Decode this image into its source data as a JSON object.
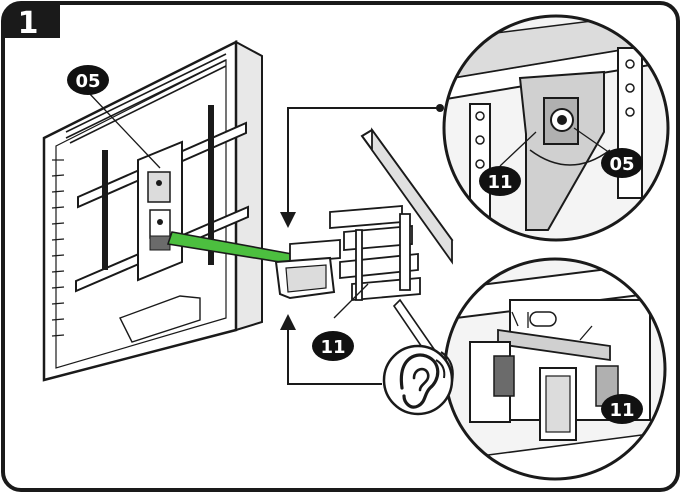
{
  "step": {
    "number": "1"
  },
  "callouts": {
    "part_05_main": "05",
    "part_11_main": "11",
    "part_05_zoom": "05",
    "part_11_zoom_top": "11",
    "part_11_zoom_bottom": "11"
  },
  "colors": {
    "frame": "#1a1a1a",
    "badge_fill": "#111111",
    "highlight_strap": "#4cbf3f",
    "gray_panel": "#d9d9d9",
    "dark_gray": "#6b6b6b"
  },
  "icons": {
    "listen": "ear-icon"
  }
}
